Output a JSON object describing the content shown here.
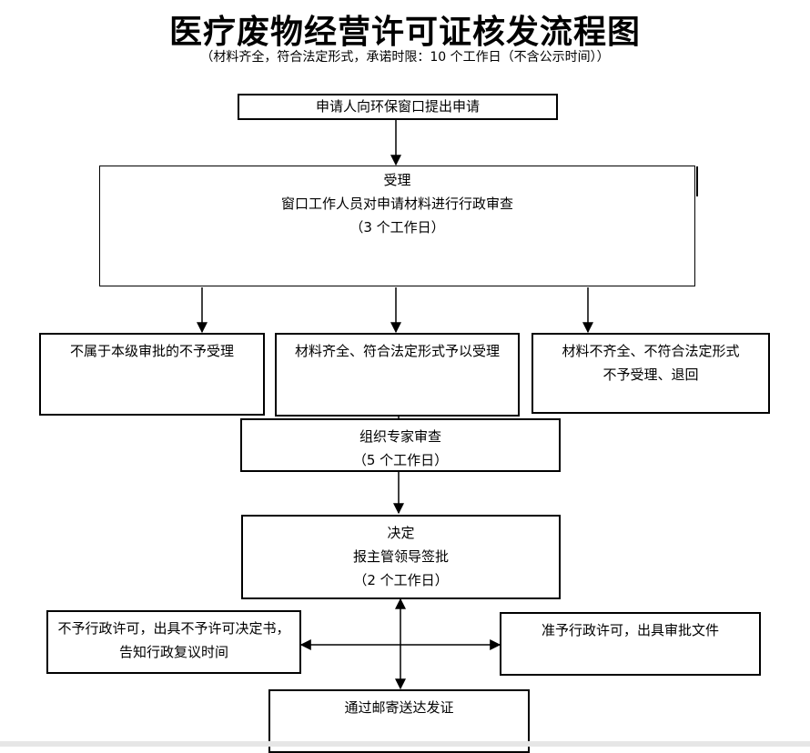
{
  "title": "医疗废物经营许可证核发流程图",
  "subtitle": "（材料齐全，符合法定形式，承诺时限：10 个工作日（不含公示时间））",
  "steps": {
    "apply": "申请人向环保窗口提出申请",
    "accept": {
      "line1": "受理",
      "line2": "窗口工作人员对申请材料进行行政审查",
      "line3": "（3 个工作日）"
    },
    "not_level": "不属于本级审批的不予受理",
    "complete": "材料齐全、符合法定形式予以受理",
    "incomplete": {
      "line1": "材料不齐全、不符合法定形式",
      "line2": "不予受理、退回"
    },
    "expert": {
      "line1": "组织专家审查",
      "line2": "（5 个工作日）"
    },
    "decide": {
      "line1": "决定",
      "line2": "报主管领导签批",
      "line3": "（2 个工作日）"
    },
    "deny": "不予行政许可，出具不予许可决定书，告知行政复议时间",
    "grant": "准予行政许可，出具审批文件",
    "mail": "通过邮寄送达发证"
  }
}
